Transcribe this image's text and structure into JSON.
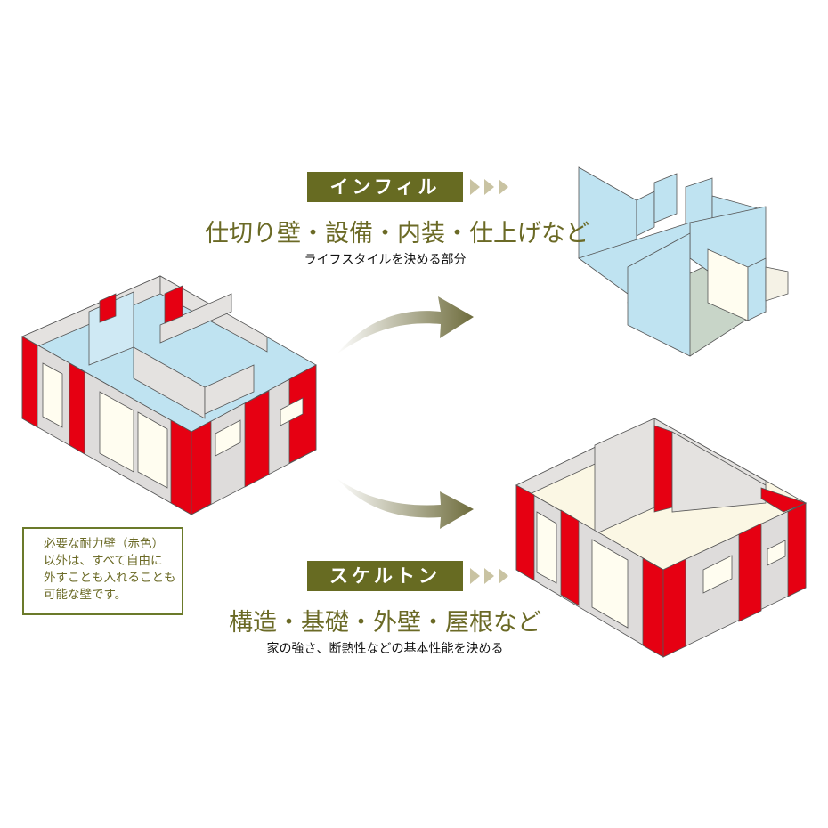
{
  "infill": {
    "tag": "インフィル",
    "title": "仕切り壁・設備・内装・仕上げなど",
    "subtitle": "ライフスタイルを決める部分"
  },
  "skeleton": {
    "tag": "スケルトン",
    "title": "構造・基礎・外壁・屋根など",
    "subtitle": "家の強さ、断熱性などの基本性能を決める"
  },
  "note": {
    "lines": [
      "必要な耐力壁（赤色）",
      "以外は、すべて自由に",
      "外すことも入れることも",
      "可能な壁です。"
    ]
  },
  "colors": {
    "olive": "#676b22",
    "red": "#e60012",
    "wall": "#dedcdb",
    "infill_blue": "#bfe3f1",
    "floor_cream": "#fbf7e4"
  }
}
